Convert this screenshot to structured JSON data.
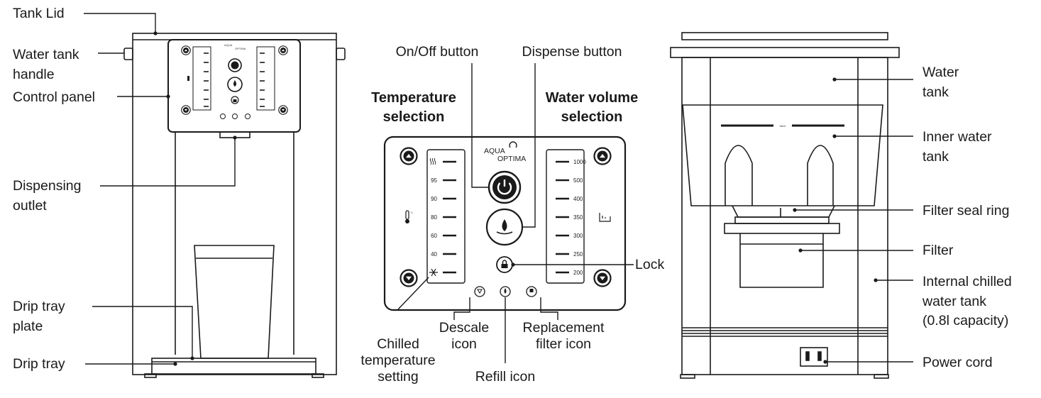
{
  "left_labels": {
    "tank_lid": "Tank Lid",
    "water_tank_handle": [
      "Water tank",
      "handle"
    ],
    "control_panel": "Control panel",
    "dispensing_outlet": [
      "Dispensing",
      "outlet"
    ],
    "drip_tray_plate": [
      "Drip tray",
      "plate"
    ],
    "drip_tray": "Drip tray"
  },
  "center_labels": {
    "on_off_button": "On/Off button",
    "dispense_button": "Dispense button",
    "temperature_selection": [
      "Temperature",
      "selection"
    ],
    "water_volume_selection": [
      "Water volume",
      "selection"
    ],
    "lock": "Lock",
    "chilled_temperature_setting": [
      "Chilled",
      "temperature",
      "setting"
    ],
    "descale_icon": [
      "Descale",
      "icon"
    ],
    "refill_icon": "Refill icon",
    "replacement_filter_icon": [
      "Replacement",
      "filter icon"
    ]
  },
  "right_labels": {
    "water_tank": [
      "Water",
      "tank"
    ],
    "inner_water_tank": [
      "Inner water",
      "tank"
    ],
    "filter_seal_ring": "Filter seal ring",
    "filter": "Filter",
    "internal_chilled_water_tank": [
      "Internal chilled",
      "water tank",
      "(0.8l capacity)"
    ],
    "power_cord": "Power cord"
  },
  "panel": {
    "brand_top": "AQUA",
    "brand_bottom": "OPTIMA",
    "temperatures": [
      "95",
      "90",
      "80",
      "60",
      "40"
    ],
    "volumes": [
      "1000",
      "500",
      "400",
      "350",
      "300",
      "250",
      "200"
    ],
    "max_mark": "MAX"
  },
  "icons": {
    "temperature": "thermometer-icon",
    "chilled": "snowflake-icon",
    "hot": "steam-icon",
    "power": "power-icon",
    "dispense": "water-drop-icon",
    "lock": "lock-icon",
    "cup": "cup-icon",
    "up": "up-arrow-icon",
    "down": "down-arrow-icon"
  },
  "colors": {
    "line": "#1a1a1a",
    "background": "#ffffff"
  }
}
